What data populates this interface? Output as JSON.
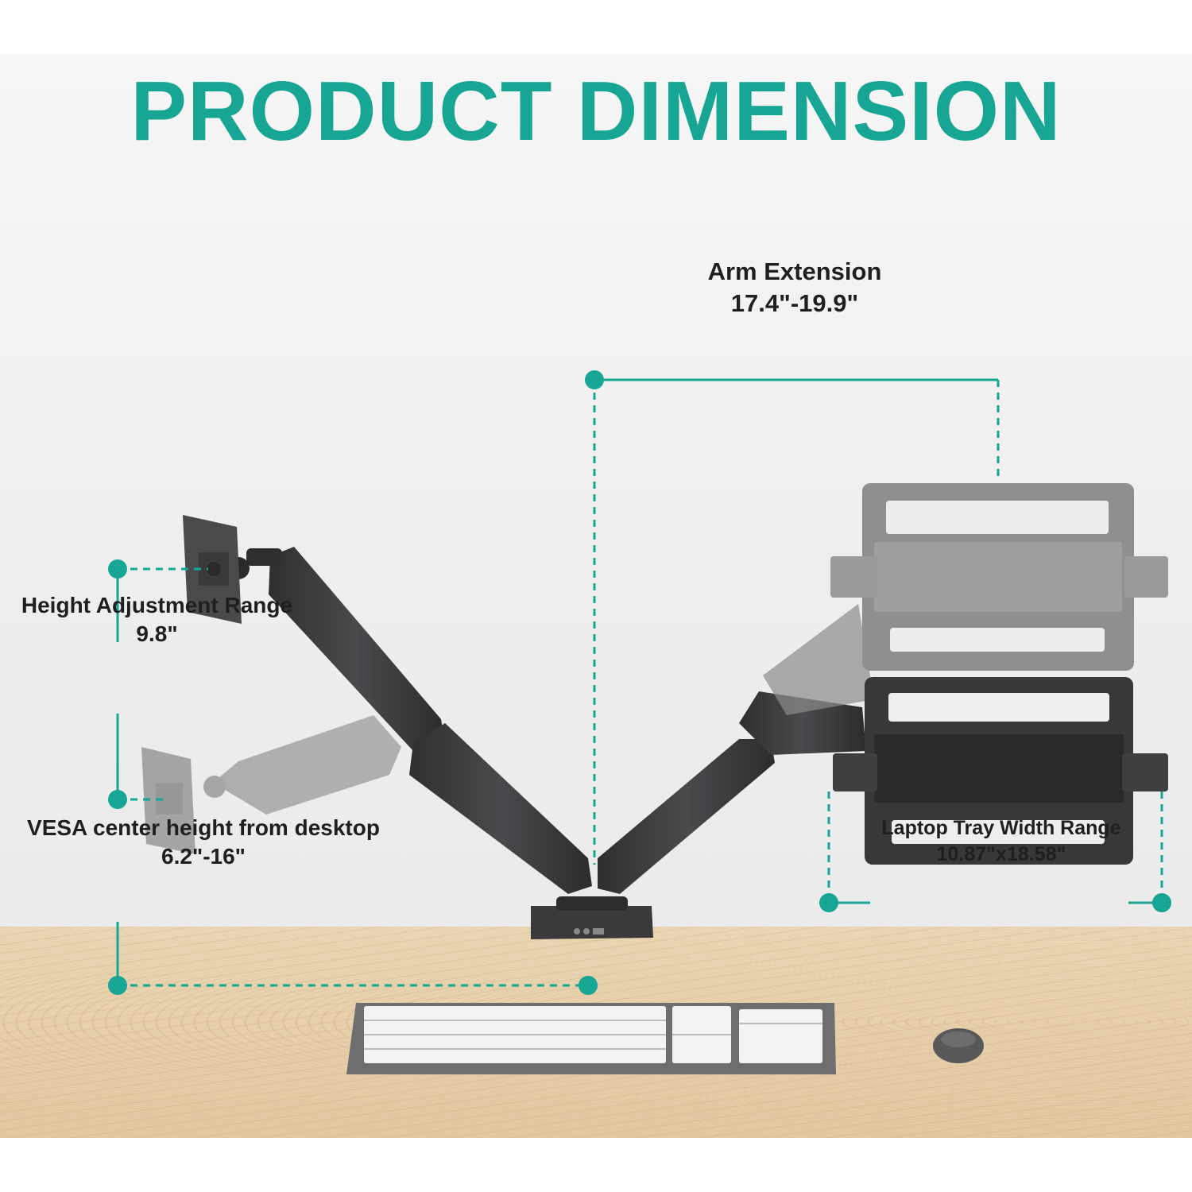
{
  "title": "PRODUCT DIMENSION",
  "dimensions": {
    "arm_extension": {
      "label": "Arm Extension",
      "value": "17.4\"-19.9\""
    },
    "height_adjustment": {
      "label": "Height Adjustment Range",
      "value": "9.8\""
    },
    "vesa_height": {
      "label": "VESA center height from desktop",
      "value": "6.2\"-16\""
    },
    "laptop_tray": {
      "label": "Laptop Tray Width Range",
      "value": "10.87\"x18.58\""
    }
  },
  "colors": {
    "accent": "#17a594",
    "arm": "#3d3d3f",
    "tray_light": "#8a8a8c",
    "tray_dark": "#3a3a3c",
    "desk": "#e6cfa9"
  }
}
